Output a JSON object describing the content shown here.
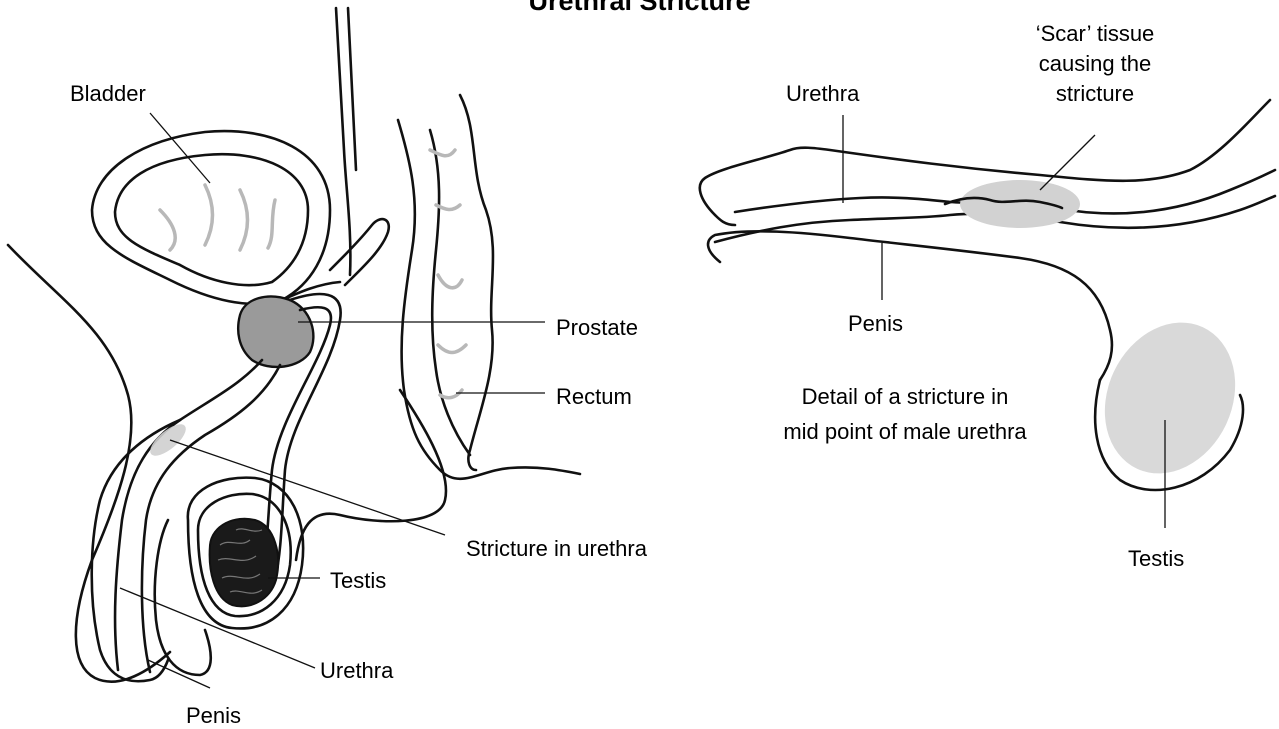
{
  "title": "Urethral Stricture",
  "left_diagram": {
    "labels": {
      "bladder": "Bladder",
      "prostate": "Prostate",
      "rectum": "Rectum",
      "stricture": "Stricture in urethra",
      "testis": "Testis",
      "urethra": "Urethra",
      "penis": "Penis"
    }
  },
  "right_diagram": {
    "labels": {
      "urethra": "Urethra",
      "scar_line1": "‘Scar’ tissue",
      "scar_line2": "causing the",
      "scar_line3": "stricture",
      "penis": "Penis",
      "testis": "Testis"
    },
    "caption_line1": "Detail of a stricture in",
    "caption_line2": "mid point of male urethra"
  },
  "colors": {
    "outline": "#111111",
    "prostate": "#9a9a9a",
    "scar_tissue": "#d2d2d2",
    "testis_detail": "#d9d9d9",
    "rectum_folds": "#b8b8b8"
  }
}
